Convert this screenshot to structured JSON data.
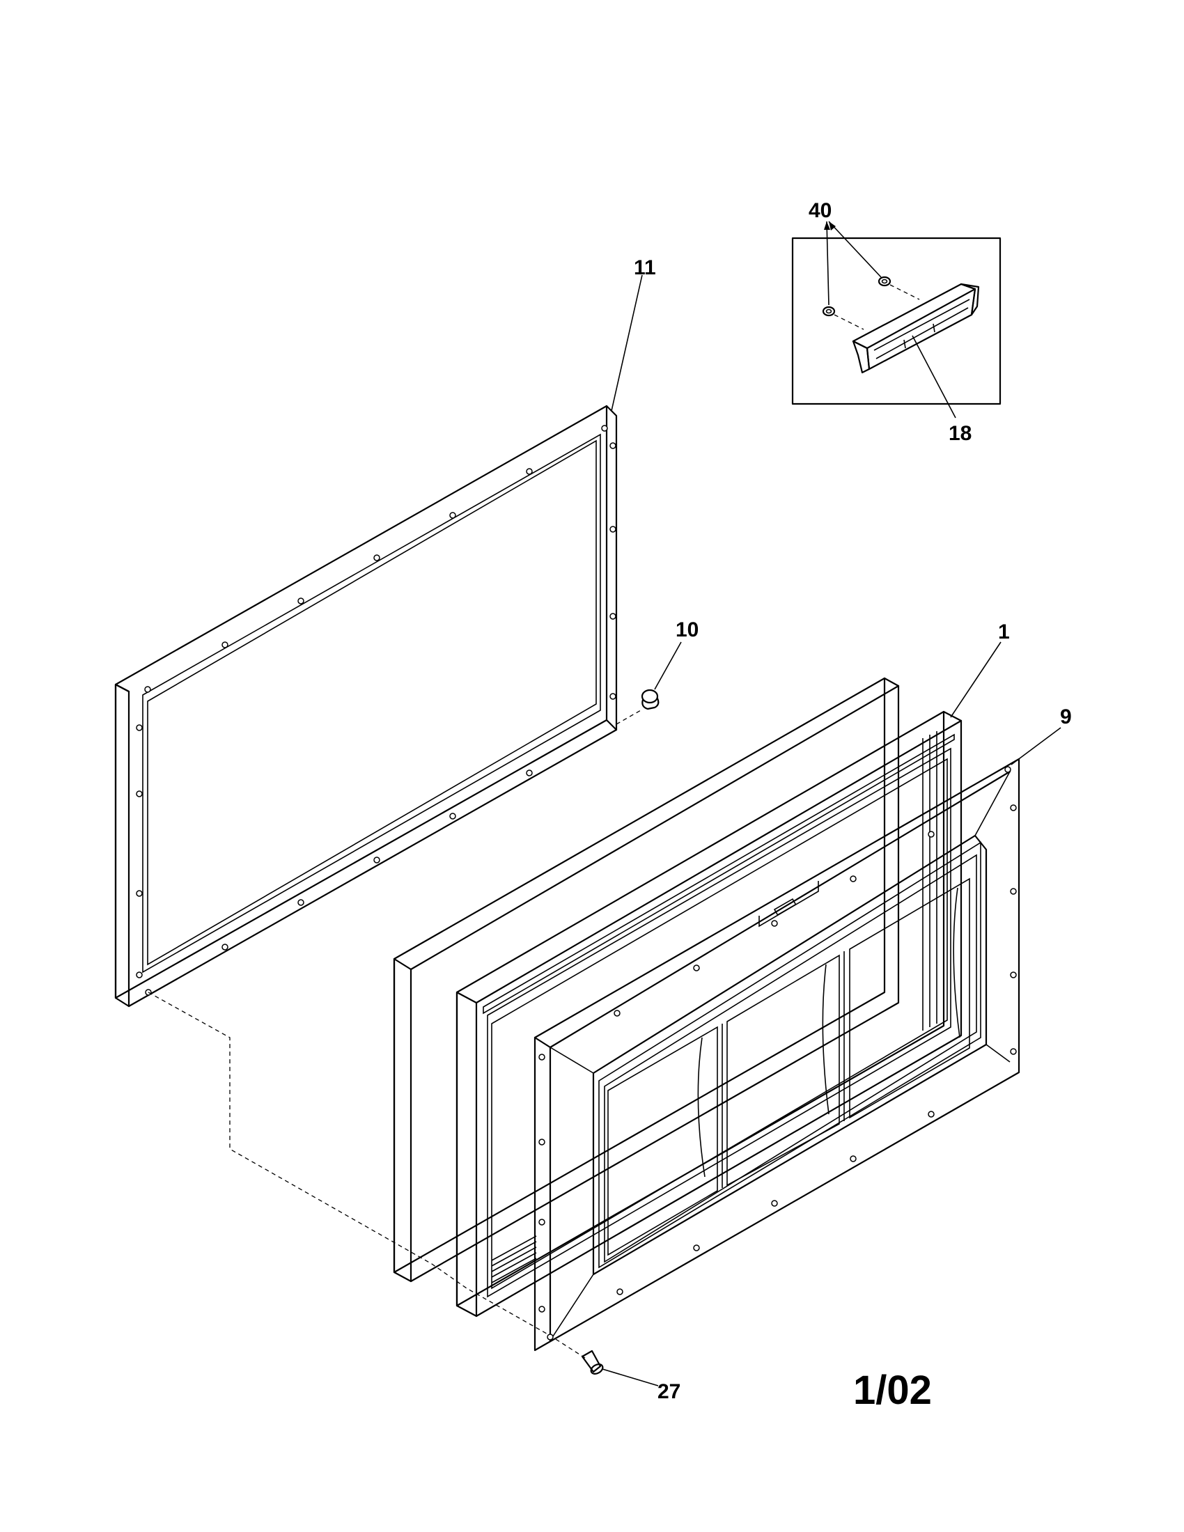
{
  "callouts": {
    "part_40": "40",
    "part_11": "11",
    "part_18": "18",
    "part_10": "10",
    "part_1": "1",
    "part_9": "9",
    "part_27": "27"
  },
  "revision": "1/02",
  "colors": {
    "line": "#000000",
    "background": "#ffffff"
  }
}
